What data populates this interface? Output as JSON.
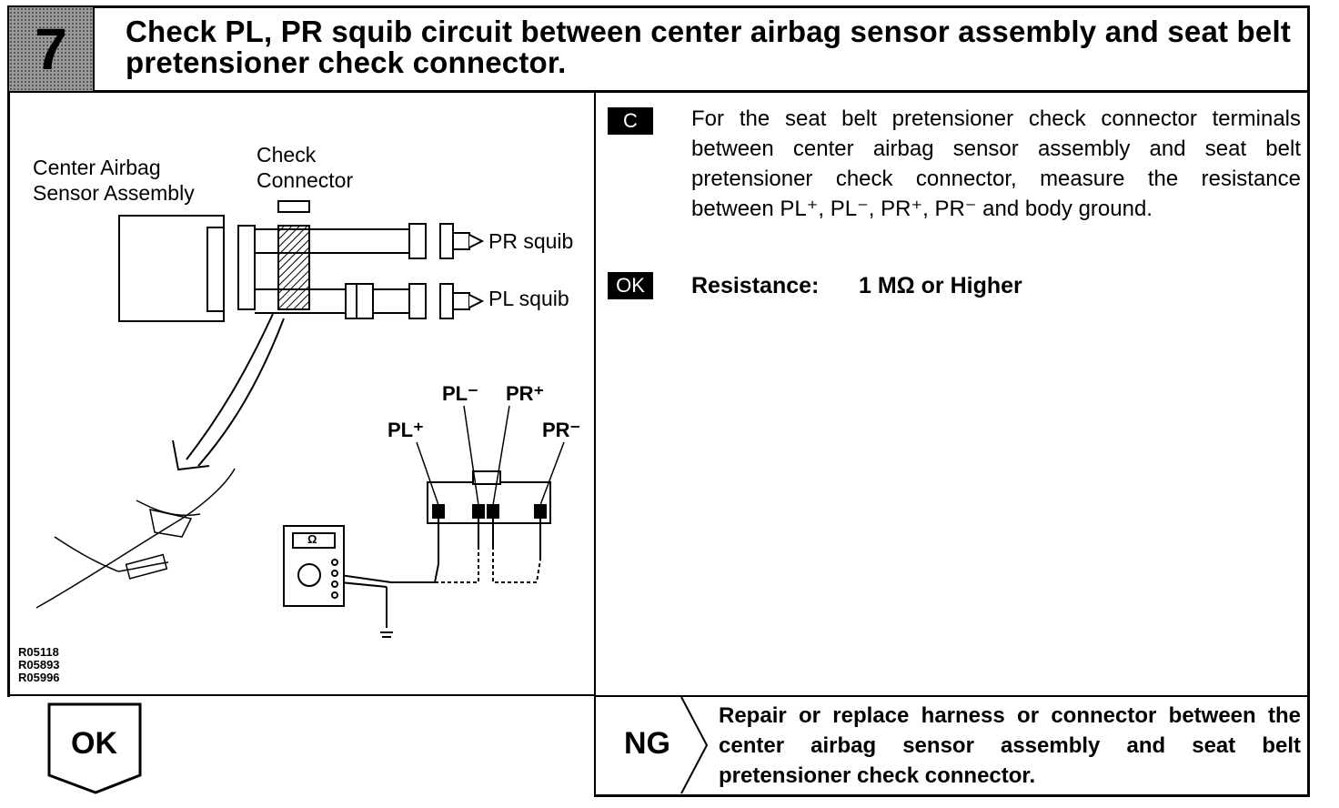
{
  "step": {
    "number": "7",
    "title": "Check PL, PR squib circuit between center airbag sensor assembly and seat belt pretensioner check connector."
  },
  "diagram": {
    "sensor_label_1": "Center Airbag",
    "sensor_label_2": "Sensor Assembly",
    "check_label_1": "Check",
    "check_label_2": "Connector",
    "pr_squib": "PR squib",
    "pl_squib": "PL squib",
    "pl_plus": "PL⁺",
    "pl_minus": "PL⁻",
    "pr_plus": "PR⁺",
    "pr_minus": "PR⁻",
    "ohm_symbol": "Ω",
    "codes": [
      "R05118",
      "R05893",
      "R05996"
    ]
  },
  "procedure": {
    "c_tag": "C",
    "instruction": "For the seat belt pretensioner check connector terminals between center airbag sensor assembly and seat belt pretensioner check connector, measure the resistance between PL⁺, PL⁻, PR⁺, PR⁻ and body ground.",
    "ok_tag": "OK",
    "spec_label": "Resistance:",
    "spec_value": "1 MΩ or Higher"
  },
  "outcomes": {
    "ok_label": "OK",
    "ng_label": "NG",
    "ng_text": "Repair or replace harness or connector between the center airbag sensor assembly and seat belt pretensioner check connector."
  }
}
